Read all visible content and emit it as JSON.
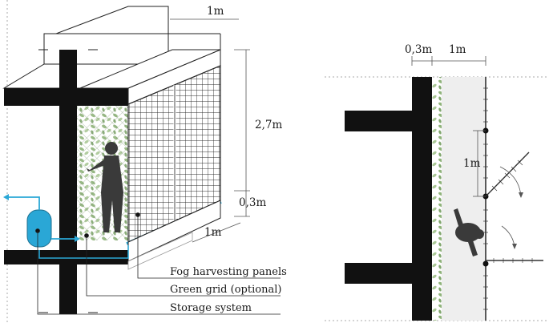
{
  "left_diagram": {
    "dimensions": {
      "width_top": "1m",
      "height": "2,7m",
      "base_offset": "0,3m",
      "depth_bottom": "1m"
    },
    "callouts": {
      "fog_panels": "Fog harvesting panels",
      "green_grid": "Green grid (optional)",
      "storage": "Storage system"
    }
  },
  "right_diagram": {
    "dimensions": {
      "wall_offset": "0,3m",
      "depth": "1m",
      "panel_width": "1m"
    }
  },
  "colors": {
    "structure": "#111111",
    "water": "#2aa7d6",
    "vegetation": "#9fbf8a",
    "mesh": "#2b2b2b"
  }
}
